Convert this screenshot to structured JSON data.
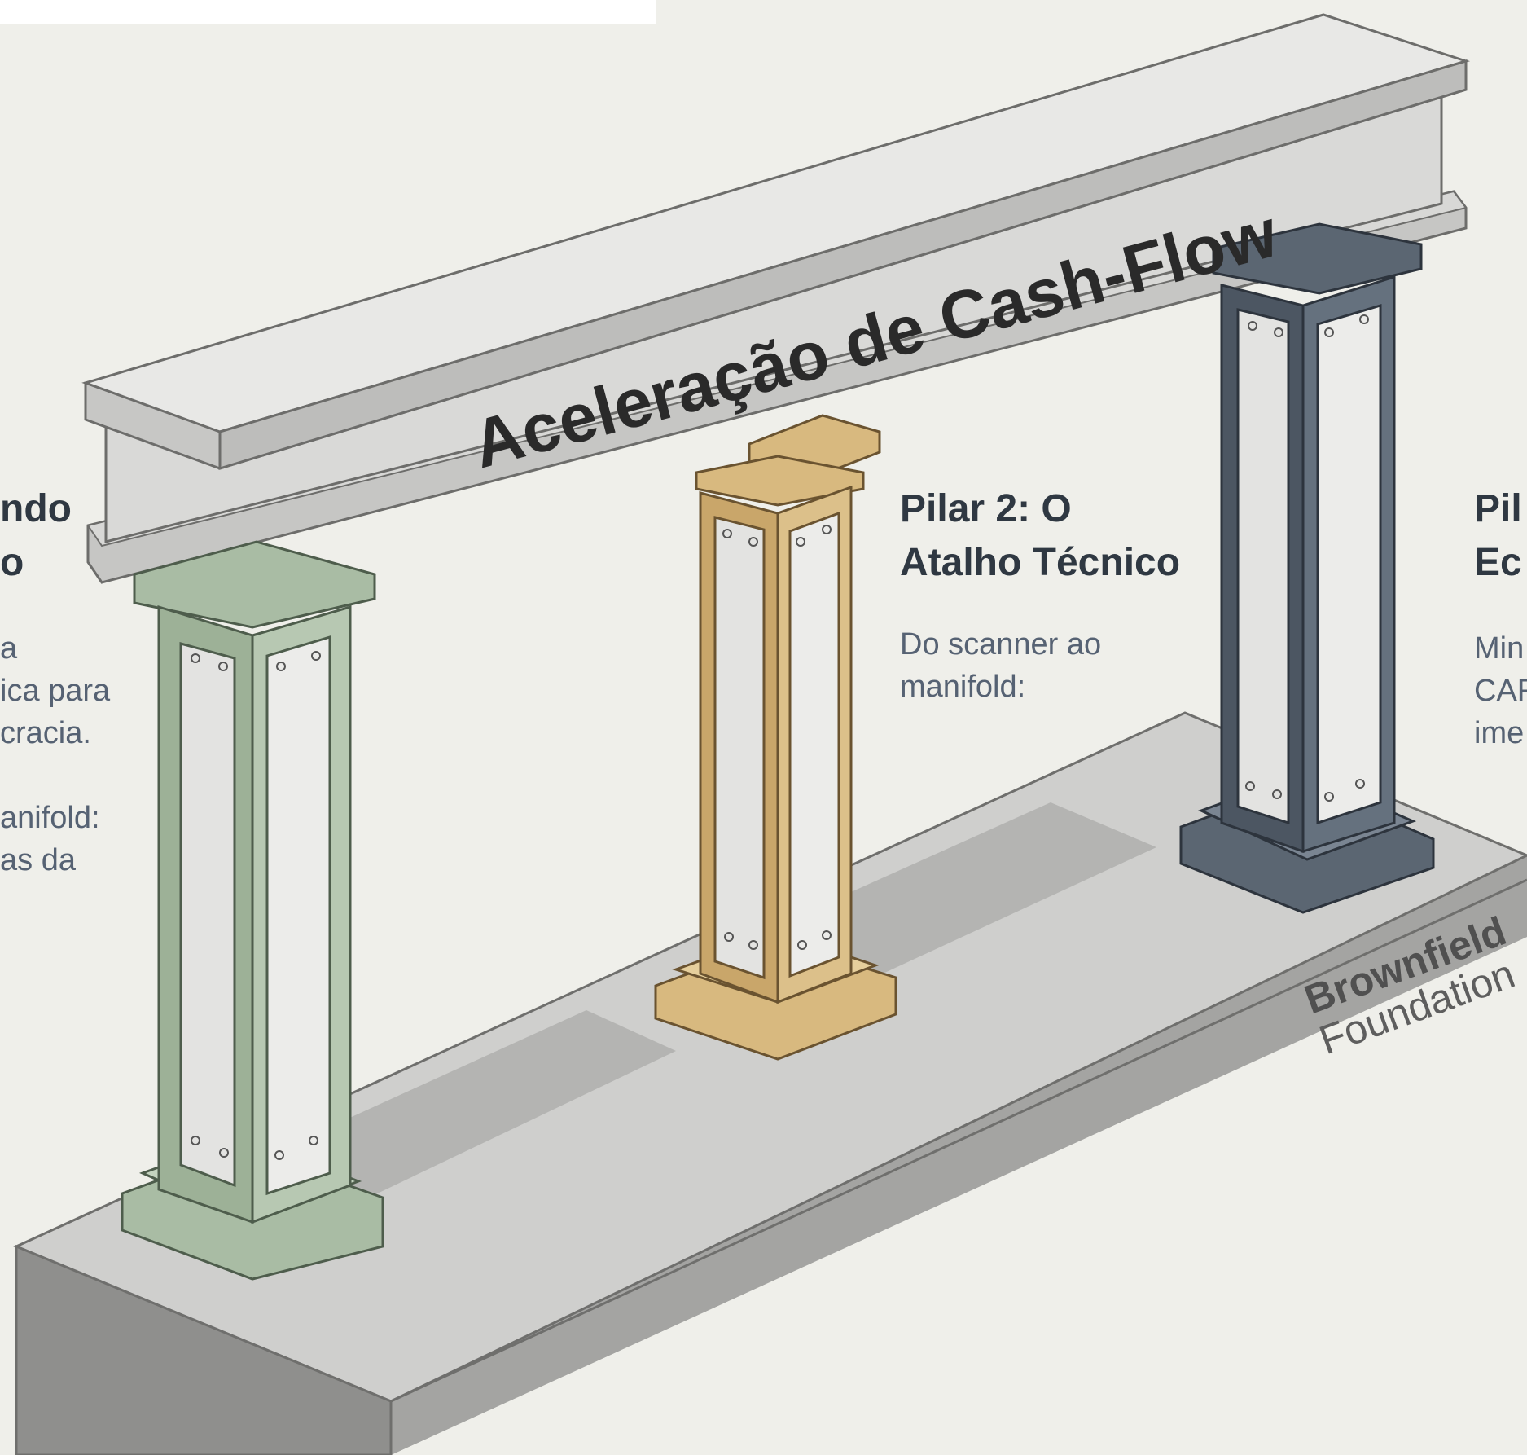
{
  "beam": {
    "title": "Aceleração de Cash-Flow"
  },
  "foundation": {
    "line1": "Brownfield",
    "line2": "Foundation"
  },
  "pillar1": {
    "title_line1": "ndo",
    "title_line2": "o",
    "body": [
      "a",
      "ica para",
      "cracia.",
      "",
      "anifold:",
      "as da"
    ]
  },
  "pillar2": {
    "title_line1": "Pilar 2: O",
    "title_line2": "Atalho Técnico",
    "body": [
      "Do scanner ao",
      "manifold:"
    ]
  },
  "pillar3": {
    "title_line1": "Pil",
    "title_line2": "Ec",
    "body": [
      "Min",
      "CAF",
      "ime"
    ]
  },
  "colors": {
    "background": "#efefea",
    "pillar1": "#a3b89e",
    "pillar2": "#d2b279",
    "pillar3": "#56616e",
    "concrete": "#d7d7d5"
  }
}
